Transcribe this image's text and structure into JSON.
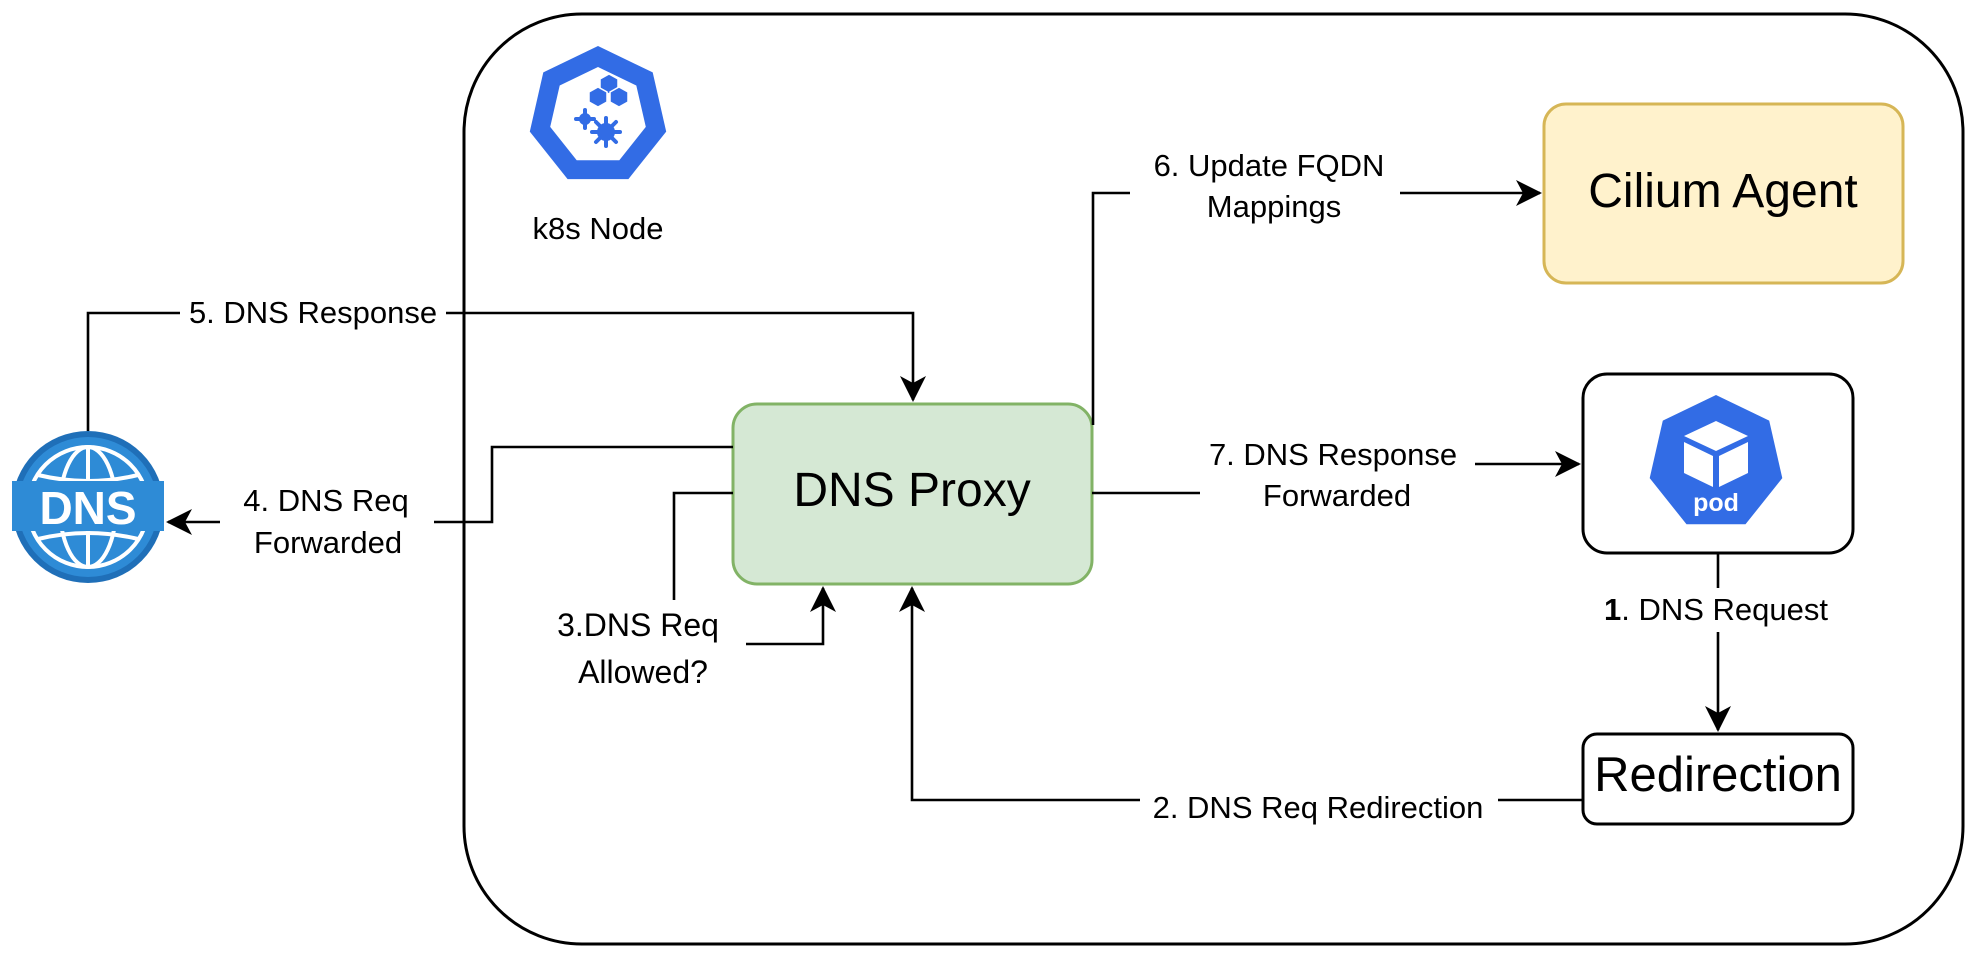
{
  "node_label": "k8s Node",
  "boxes": {
    "cilium_agent": "Cilium Agent",
    "dns_proxy": "DNS Proxy",
    "redirection": "Redirection"
  },
  "icons": {
    "pod": "pod",
    "dns": "DNS",
    "node": "k8s-node-icon"
  },
  "edges": {
    "step1_num": "1",
    "step1_rest": ". DNS Request",
    "step2": "2. DNS Req Redirection",
    "step3_line1": "3.DNS Req",
    "step3_line2": "Allowed?",
    "step4_line1": "4. DNS Req",
    "step4_line2": "Forwarded",
    "step5": "5. DNS Response",
    "step6_line1": "6. Update FQDN",
    "step6_line2": "Mappings",
    "step7_line1": "7. DNS Response",
    "step7_line2": "Forwarded"
  },
  "colors": {
    "k8s_blue": "#326CE5",
    "dns_blue": "#2E8BD6",
    "cilium_fill": "#FFF2CC",
    "cilium_stroke": "#D6B656",
    "proxy_fill": "#D5E8D4",
    "proxy_stroke": "#82B366"
  }
}
